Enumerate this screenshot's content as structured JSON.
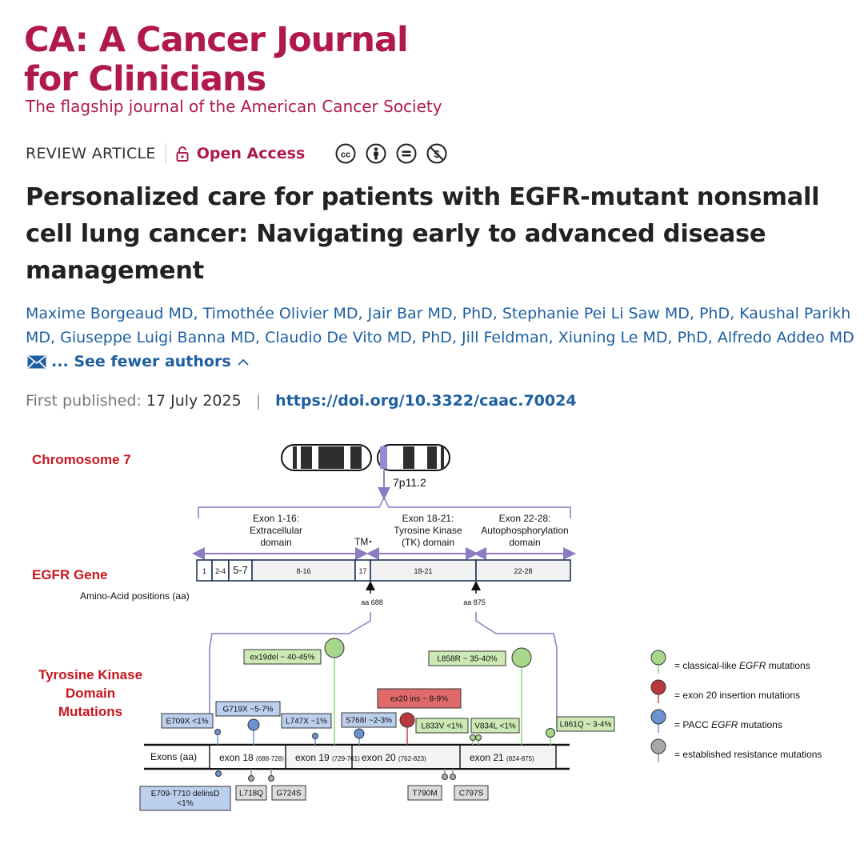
{
  "journal": {
    "title_line1": "CA: A Cancer Journal",
    "title_line2": "for Clinicians",
    "tagline": "The flagship journal of the American Cancer Society"
  },
  "article": {
    "type": "REVIEW ARTICLE",
    "access": "Open Access",
    "license_icons": [
      "cc-icon",
      "by-icon",
      "nd-icon",
      "nc-icon"
    ],
    "title": "Personalized care for patients with EGFR-mutant nonsmall cell lung cancer: Navigating early to advanced disease management",
    "authors": [
      "Maxime Borgeaud MD",
      "Timothée Olivier MD",
      "Jair Bar MD, PhD",
      "Stephanie Pei Li Saw MD, PhD",
      "Kaushal Parikh MD",
      "Giuseppe Luigi Banna MD",
      "Claudio De Vito MD, PhD",
      "Jill Feldman",
      "Xiuning Le MD, PhD",
      "Alfredo Addeo MD"
    ],
    "see_fewer": "... See fewer authors",
    "published_label": "First published:",
    "published_date": "17 July 2025",
    "doi": "https://doi.org/10.3322/caac.70024"
  },
  "figure": {
    "chromosome_label": "Chromosome 7",
    "locus": "7p11.2",
    "gene_label": "EGFR Gene",
    "aa_label": "Amino-Acid positions (aa)",
    "domains": [
      {
        "lines": [
          "Exon 1-16:",
          "Extracellular",
          "domain"
        ]
      },
      {
        "lines": [
          "Exon 18-21:",
          "Tyrosine Kinase",
          "(TK) domain"
        ]
      },
      {
        "lines": [
          "Exon 22-28:",
          "Autophosphorylation",
          "domain"
        ]
      }
    ],
    "tm_label": "TM",
    "gene_segments": [
      "1",
      "2-4",
      "5-7",
      "8-16",
      "17",
      "18-21",
      "22-28"
    ],
    "aa_marks": [
      "aa 688",
      "aa 875"
    ],
    "tk_label_lines": [
      "Tyrosine Kinase",
      "Domain",
      "Mutations"
    ],
    "exons_axis_label": "Exons (aa)",
    "exons": [
      {
        "name": "exon 18",
        "range": "(688-728)"
      },
      {
        "name": "exon 19",
        "range": "(729-761)"
      },
      {
        "name": "exon 20",
        "range": "(762-823)"
      },
      {
        "name": "exon 21",
        "range": "(824-875)"
      }
    ],
    "mutations": [
      {
        "label": "ex19del ~ 40-45%",
        "type": "classical"
      },
      {
        "label": "L858R ~ 35-40%",
        "type": "classical"
      },
      {
        "label": "ex20 ins ~ 8-9%",
        "type": "exon20"
      },
      {
        "label": "E709X <1%",
        "type": "pacc"
      },
      {
        "label": "G719X ~5-7%",
        "type": "pacc"
      },
      {
        "label": "L747X ~1%",
        "type": "pacc"
      },
      {
        "label": "S768I ~2-3%",
        "type": "pacc"
      },
      {
        "label": "L833V <1%",
        "type": "classical"
      },
      {
        "label": "V834L <1%",
        "type": "classical"
      },
      {
        "label": "L861Q ~ 3-4%",
        "type": "classical"
      },
      {
        "label": "E709-T710 delinsD <1%",
        "type": "pacc",
        "lines": [
          "E709-T710 delinsD",
          "<1%"
        ]
      },
      {
        "label": "L718Q",
        "type": "resistance"
      },
      {
        "label": "G724S",
        "type": "resistance"
      },
      {
        "label": "T790M",
        "type": "resistance"
      },
      {
        "label": "C797S",
        "type": "resistance"
      }
    ],
    "legend": [
      {
        "key": "classical",
        "pre": "= classical-like ",
        "em": "EGFR",
        "post": " mutations",
        "color": "#a8d68a",
        "line": "#8ccc70"
      },
      {
        "key": "exon20",
        "pre": "= exon 20 insertion mutations",
        "em": "",
        "post": "",
        "color": "#b8383d",
        "line": "#b8383d"
      },
      {
        "key": "pacc",
        "pre": "= PACC ",
        "em": "EGFR",
        "post": " mutations",
        "color": "#6b93cf",
        "line": "#6b93cf"
      },
      {
        "key": "resistance",
        "pre": "= established resistance mutations",
        "em": "",
        "post": "",
        "color": "#a8a8a8",
        "line": "#888888"
      }
    ],
    "colors": {
      "red_label": "#c8171e",
      "purple": "#8a7cc2",
      "navy": "#1f3658",
      "box_green": "#cdeab5",
      "box_blue": "#bcd0ee",
      "box_red": "#e06a6a",
      "box_gray": "#dcdcdc"
    }
  }
}
